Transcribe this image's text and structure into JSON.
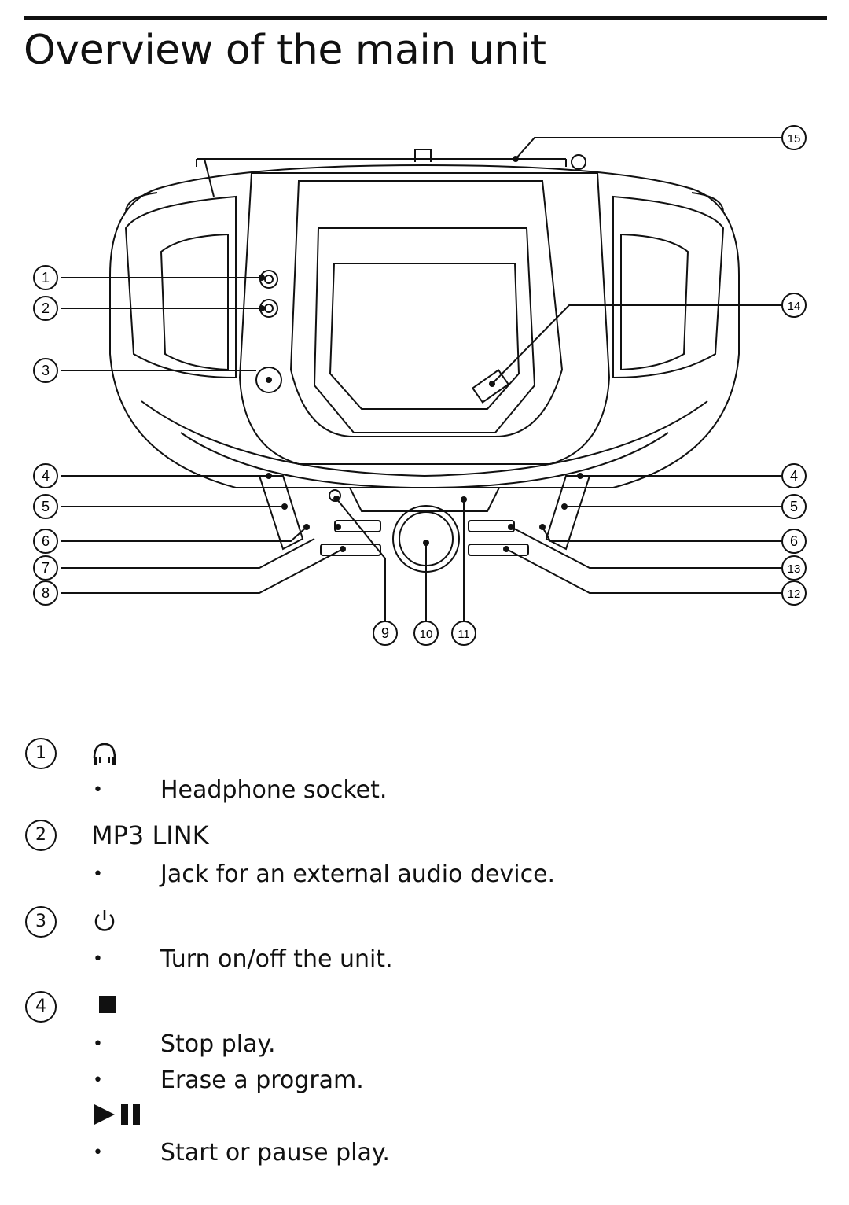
{
  "page": {
    "title": "Overview of the main unit"
  },
  "diagram": {
    "callouts_left": [
      "1",
      "2",
      "3",
      "4",
      "5",
      "6",
      "7",
      "8"
    ],
    "callouts_right": [
      "15",
      "14",
      "4",
      "5",
      "6",
      "13",
      "12"
    ],
    "callouts_bottom": [
      "9",
      "10",
      "11"
    ]
  },
  "items": [
    {
      "num": "1",
      "symbol": "headphone-icon",
      "label": "",
      "bullets": [
        "Headphone socket."
      ]
    },
    {
      "num": "2",
      "symbol": "",
      "label": "MP3 LINK",
      "bullets": [
        "Jack for an external audio device."
      ]
    },
    {
      "num": "3",
      "symbol": "power-icon",
      "label": "",
      "bullets": [
        "Turn on/off the unit."
      ]
    },
    {
      "num": "4",
      "symbol": "stop-icon",
      "label": "",
      "bullets": [
        "Stop play.",
        "Erase a program."
      ]
    },
    {
      "num": "",
      "symbol": "play-pause-icon",
      "label": "",
      "bullets": [
        "Start or pause play."
      ]
    }
  ],
  "bullet_char": "•"
}
